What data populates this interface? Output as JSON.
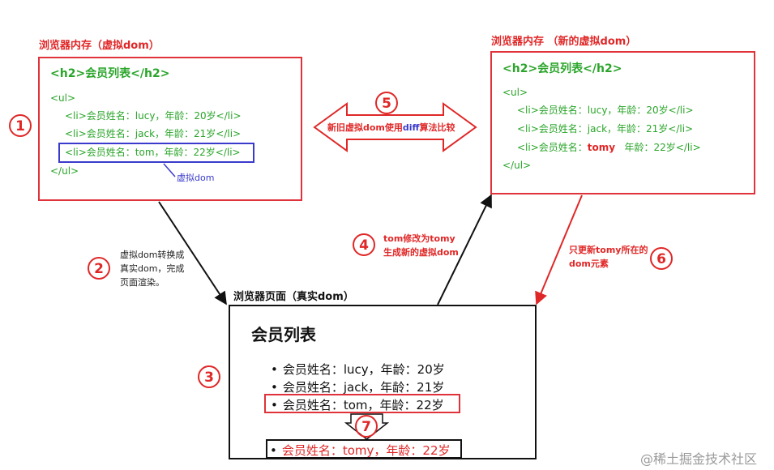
{
  "left_panel": {
    "title": "浏览器内存（虚拟dom）",
    "h2_line": "<h2>会员列表</h2>",
    "ul_open": "<ul>",
    "items": [
      "<li>会员姓名：lucy，年龄：20岁</li>",
      "<li>会员姓名：jack，年龄：21岁</li>",
      "<li>会员姓名：tom，年龄：22岁</li>"
    ],
    "ul_close": "</ul>",
    "vdom_label": "虚拟dom"
  },
  "right_panel": {
    "title": "浏览器内存   （新的虚拟dom）",
    "h2_line": "<h2>会员列表</h2>",
    "ul_open": "<ul>",
    "items": [
      "<li>会员姓名：lucy，年龄：20岁</li>",
      "<li>会员姓名：jack，年龄：21岁</li>"
    ],
    "item3_pre": "<li>会员姓名：",
    "item3_tomy": "tomy",
    "item3_post": "   年龄：22岁</li>",
    "ul_close": "</ul>"
  },
  "page_panel": {
    "title": "浏览器页面（真实dom）",
    "heading": "会员列表",
    "bullet": "•",
    "items": [
      "会员姓名：lucy，年龄：20岁",
      "会员姓名：jack，年龄：21岁",
      "会员姓名：tom，年龄：22岁"
    ],
    "new_item": "会员姓名：tomy，年龄：22岁"
  },
  "steps": {
    "s1": "1",
    "s2": "2",
    "s3": "3",
    "s4": "4",
    "s5": "5",
    "s6": "6",
    "s7": "7"
  },
  "notes": {
    "step2": [
      "虚拟dom转换成",
      "真实dom，完成",
      "页面渲染。"
    ],
    "step4": [
      "tom修改为tomy",
      "生成新的虚拟dom"
    ],
    "step5_pre": "新旧虚拟dom使用",
    "step5_diff": "diff",
    "step5_post": "算法比较",
    "step6": [
      "只更新tomy所在的",
      "dom元素"
    ]
  },
  "watermark": "@稀土掘金技术社区",
  "colors": {
    "red": "#e02727",
    "green": "#2aa52a",
    "blue": "#3a3acc",
    "black": "#111111"
  }
}
